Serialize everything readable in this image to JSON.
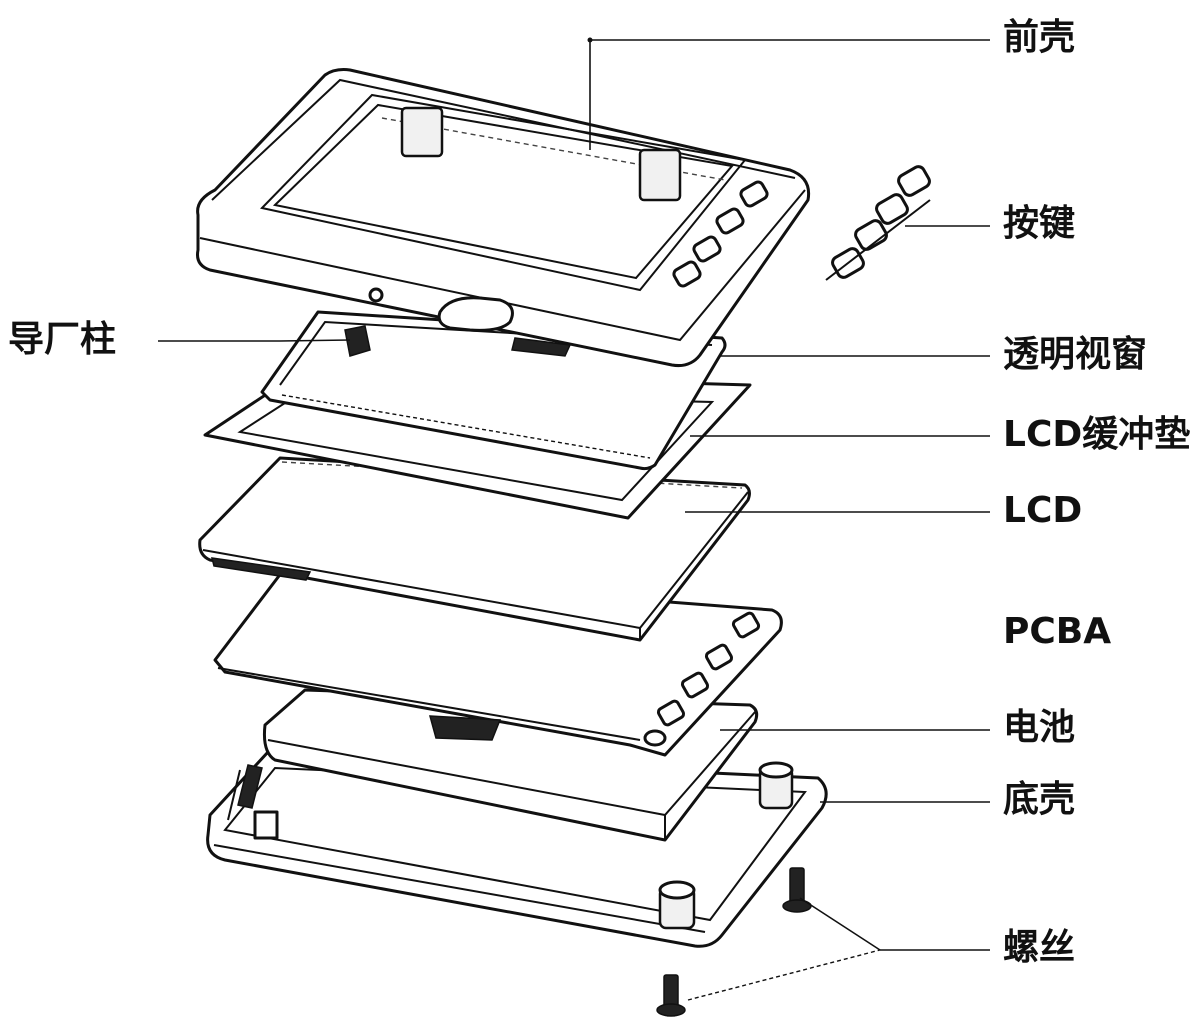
{
  "labels": {
    "front_shell": "前壳",
    "buttons": "按键",
    "guide_post": "导厂柱",
    "transparent_window": "透明视窗",
    "lcd_cushion": "LCD缓冲垫",
    "lcd": "LCD",
    "pcba": "PCBA",
    "battery": "电池",
    "bottom_shell": "底壳",
    "screws": "螺丝"
  },
  "colors": {
    "ink": "#111111",
    "background": "#ffffff"
  }
}
